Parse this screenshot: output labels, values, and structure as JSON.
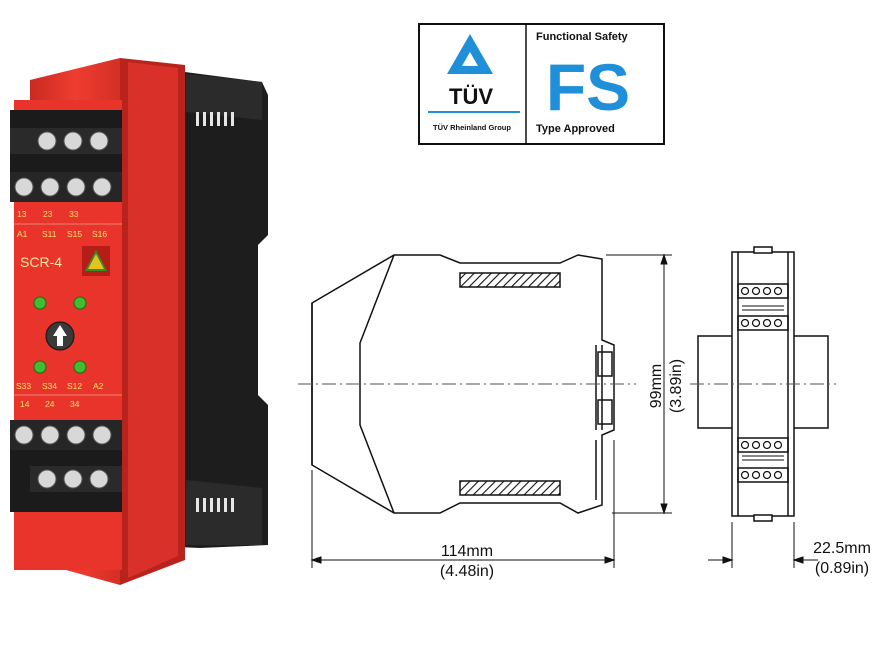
{
  "logo": {
    "brand": "TÜV",
    "group": "TÜV Rheinland Group",
    "functional_safety": "Functional Safety",
    "fs": "FS",
    "type_approved": "Type Approved"
  },
  "device": {
    "model": "SCR-4",
    "terminals_top_row1": [
      "13",
      "23",
      "33"
    ],
    "terminals_top_row2": [
      "A1",
      "S11",
      "S15",
      "S16"
    ],
    "terminals_bottom_row1": [
      "S33",
      "S34",
      "S12",
      "A2"
    ],
    "terminals_bottom_row2": [
      "14",
      "24",
      "34"
    ]
  },
  "dimensions": {
    "depth_mm": "114mm",
    "depth_in": "(4.48in)",
    "height_mm": "99mm",
    "height_in": "(3.89in)",
    "width_mm": "22.5mm",
    "width_in": "(0.89in)"
  },
  "colors": {
    "relay_red": "#e8342a",
    "relay_dark": "#1b1b1b",
    "tuv_blue": "#1e8fd8",
    "fs_blue": "#1e8fd8",
    "led_green": "#3fbf2f"
  }
}
